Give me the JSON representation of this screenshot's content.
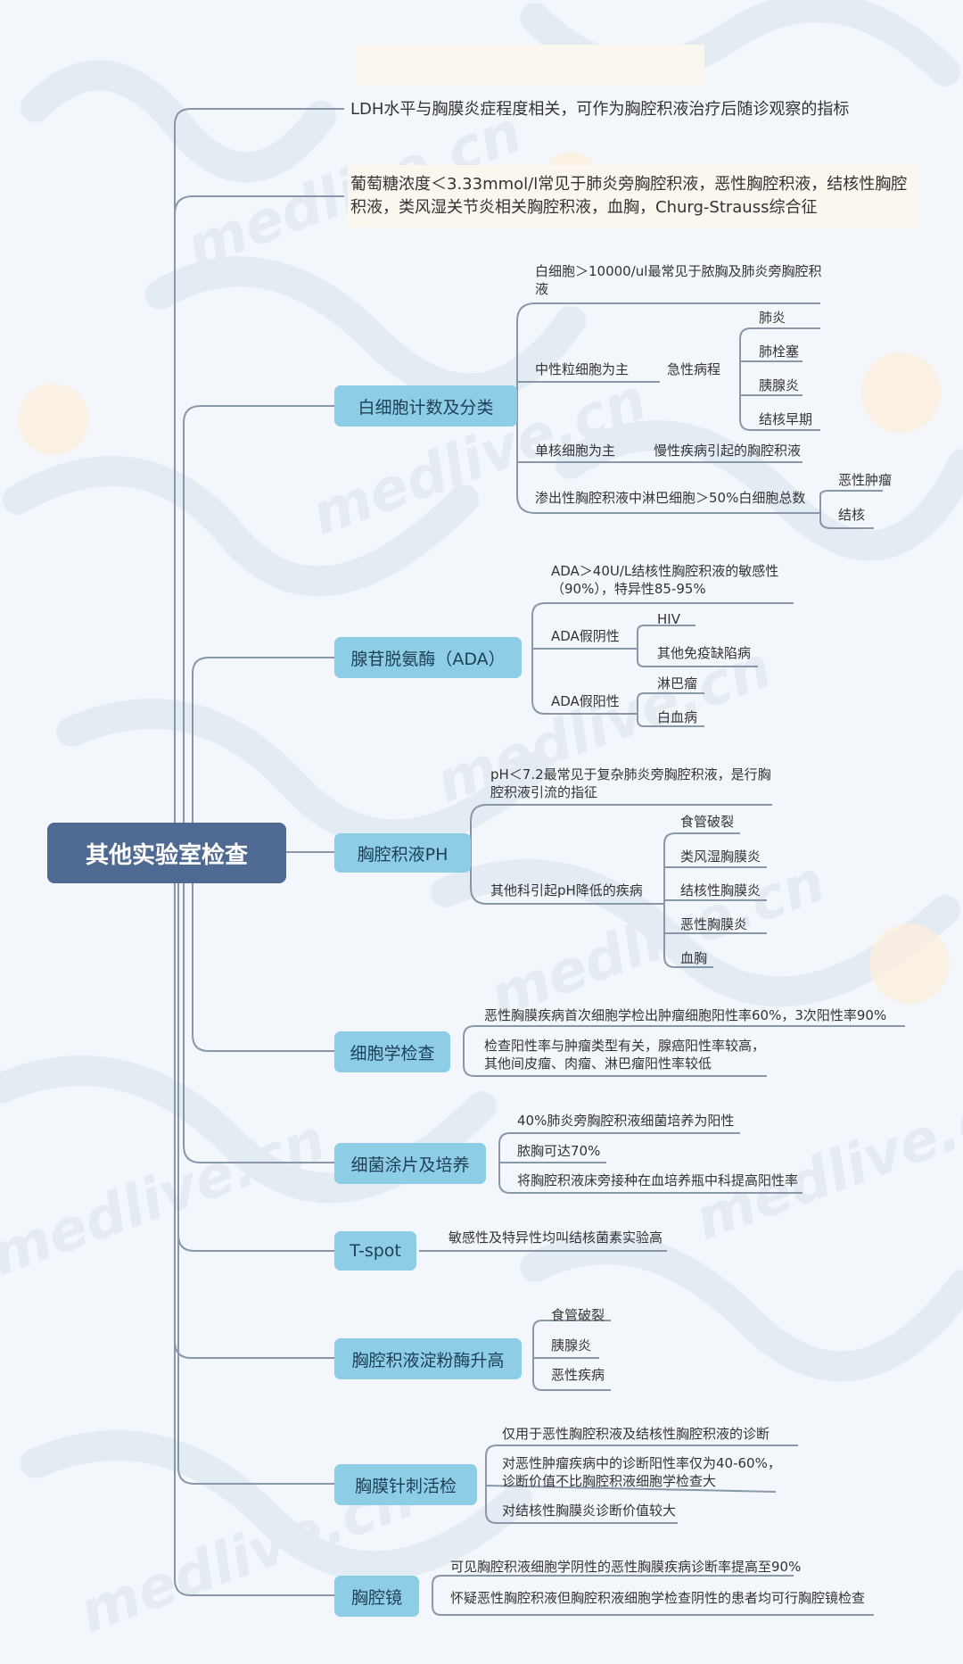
{
  "root": "其他实验室检查",
  "top_notes": [
    "LDH水平与胸膜炎症程度相关，可作为胸腔积液治疗后随诊观察的指标",
    "葡萄糖浓度＜3.33mmol/l常见于肺炎旁胸腔积液，恶性胸腔积液，结核性胸腔积液，类风湿关节炎相关胸腔积液，血胸，Churg-Strauss综合征"
  ],
  "wbc": {
    "label": "白细胞计数及分类",
    "high": "白细胞＞10000/ul最常见于脓胸及肺炎旁胸腔积液",
    "neutro": "中性粒细胞为主",
    "acute": "急性病程",
    "acute_items": [
      "肺炎",
      "肺栓塞",
      "胰腺炎",
      "结核早期"
    ],
    "mono": "单核细胞为主",
    "chronic": "慢性疾病引起的胸腔积液",
    "lymph": "渗出性胸腔积液中淋巴细胞＞50%白细胞总数",
    "lymph_items": [
      "恶性肿瘤",
      "结核"
    ]
  },
  "ada": {
    "label": "腺苷脱氨酶（ADA）",
    "sens": "ADA＞40U/L结核性胸腔积液的敏感性（90%），特异性85-95%",
    "falseneg": "ADA假阴性",
    "falseneg_items": [
      "HIV",
      "其他免疫缺陷病"
    ],
    "falsepos": "ADA假阳性",
    "falsepos_items": [
      "淋巴瘤",
      "白血病"
    ]
  },
  "ph": {
    "label": "胸腔积液PH",
    "note": "pH＜7.2最常见于复杂肺炎旁胸腔积液，是行胸腔积液引流的指征",
    "other": "其他科引起pH降低的疾病",
    "items": [
      "食管破裂",
      "类风湿胸膜炎",
      "结核性胸膜炎",
      "恶性胸膜炎",
      "血胸"
    ]
  },
  "cyto": {
    "label": "细胞学检查",
    "items": [
      "恶性胸膜疾病首次细胞学检出肿瘤细胞阳性率60%，3次阳性率90%",
      "检查阳性率与肿瘤类型有关，腺癌阳性率较高，其他间皮瘤、肉瘤、淋巴瘤阳性率较低"
    ]
  },
  "bact": {
    "label": "细菌涂片及培养",
    "items": [
      "40%肺炎旁胸腔积液细菌培养为阳性",
      "脓胸可达70%",
      "将胸腔积液床旁接种在血培养瓶中科提高阳性率"
    ]
  },
  "tspot": {
    "label": "T-spot",
    "items": [
      "敏感性及特异性均叫结核菌素实验高"
    ]
  },
  "amylase": {
    "label": "胸腔积液淀粉酶升高",
    "items": [
      "食管破裂",
      "胰腺炎",
      "恶性疾病"
    ]
  },
  "biopsy": {
    "label": "胸膜针刺活检",
    "items": [
      "仅用于恶性胸腔积液及结核性胸腔积液的诊断",
      "对恶性肿瘤疾病中的诊断阳性率仅为40-60%，诊断价值不比胸腔积液细胞学检查大",
      "对结核性胸膜炎诊断价值较大"
    ]
  },
  "scope": {
    "label": "胸腔镜",
    "items": [
      "可见胸腔积液细胞学阴性的恶性胸膜疾病诊断率提高至90%",
      "怀疑恶性胸腔积液但胸腔积液细胞学检查阴性的患者均可行胸腔镜检查"
    ]
  },
  "watermark": "medlive.cn"
}
